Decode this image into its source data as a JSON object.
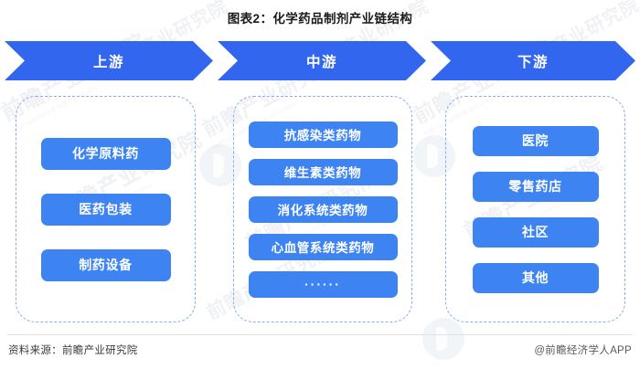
{
  "title": "图表2：化学药品制剂产业链结构",
  "colors": {
    "banner_blue": "#3366ee",
    "pill_blue": "#3d83f2",
    "dashed_border": "#86aef3",
    "title_text": "#1b1b1b",
    "footer_text": "#3a3a3a"
  },
  "banners": [
    {
      "label": "上游"
    },
    {
      "label": "中游"
    },
    {
      "label": "下游"
    }
  ],
  "columns": [
    {
      "stage": "上游",
      "items": [
        {
          "label": "化学原料药"
        },
        {
          "label": "医药包装"
        },
        {
          "label": "制药设备"
        }
      ]
    },
    {
      "stage": "中游",
      "items": [
        {
          "label": "抗感染类药物"
        },
        {
          "label": "维生素类药物"
        },
        {
          "label": "消化系统类药物"
        },
        {
          "label": "心血管系统类药物"
        },
        {
          "label": "······"
        }
      ]
    },
    {
      "stage": "下游",
      "items": [
        {
          "label": "医院"
        },
        {
          "label": "零售药店"
        },
        {
          "label": "社区"
        },
        {
          "label": "其他"
        }
      ]
    }
  ],
  "footer": {
    "source": "资料来源：前瞻产业研究院",
    "brand": "@前瞻经济学人APP"
  },
  "watermark": {
    "main": "前瞻产业研究院",
    "sub": "中国产业咨询领导者 招商 IPO 8395991"
  }
}
